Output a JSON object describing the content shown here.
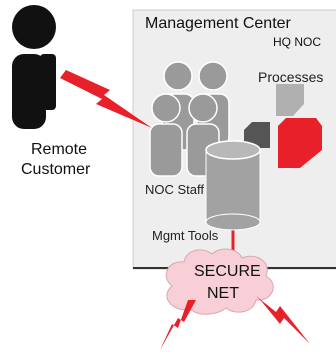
{
  "management": {
    "title": "Management Center",
    "subtitle": "HQ NOC"
  },
  "labels": {
    "processes": "Processes",
    "noc_staff": "NOC Staff",
    "mgmt_tools": "Mgmt Tools",
    "remote": "Remote",
    "customer": "Customer"
  },
  "network": {
    "line1": "SECURE",
    "line2": "NET"
  },
  "colors": {
    "panel": "#eeeeee",
    "panel_border": "#cccccc",
    "people_gray": "#9a9a9a",
    "database_gray": "#a2a2a2",
    "lightning_red": "#e8202a",
    "cloud_pink": "#f8cfd6",
    "customer_black": "#111111"
  }
}
